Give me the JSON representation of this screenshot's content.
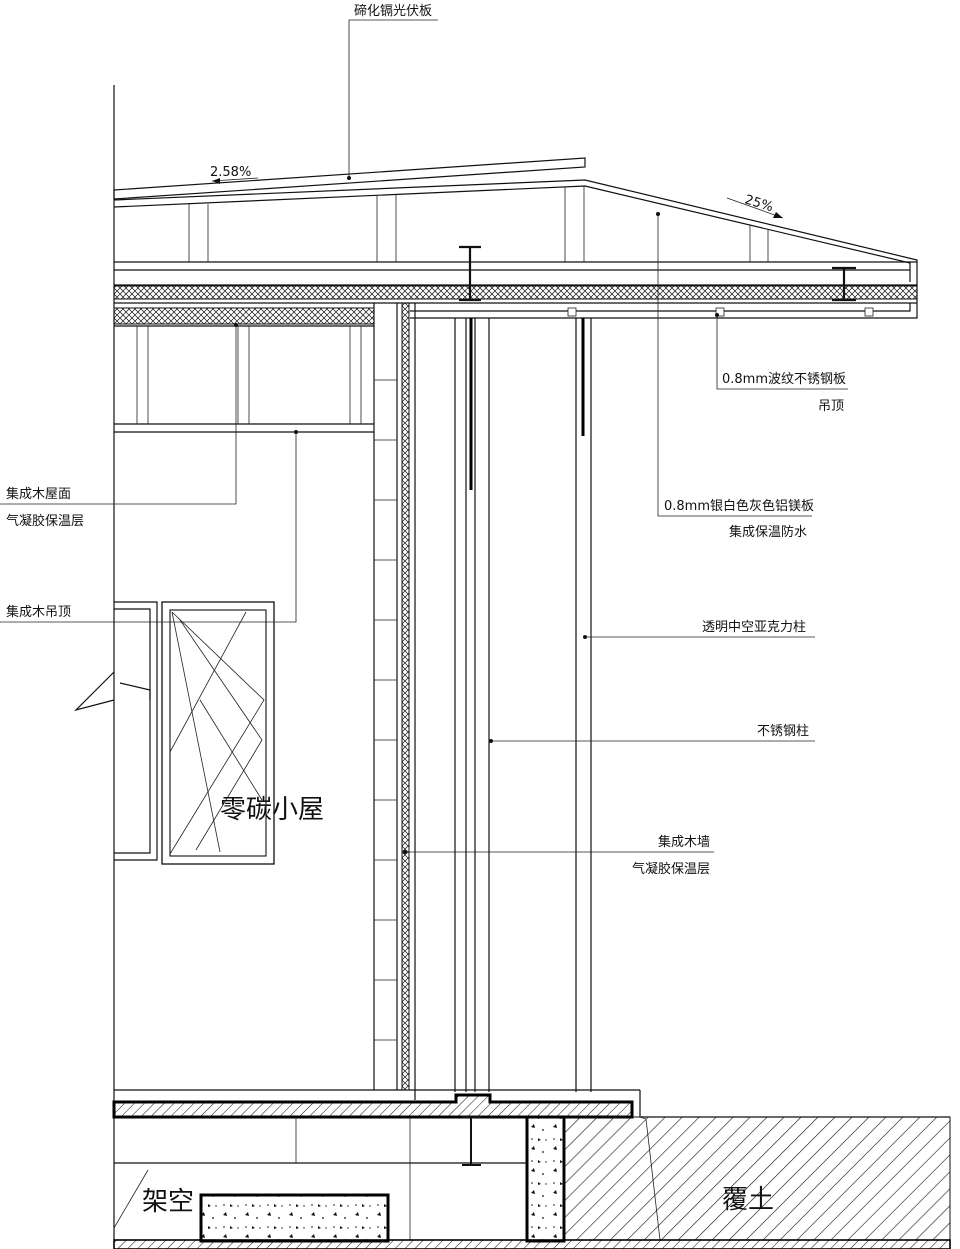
{
  "roof": {
    "material": "碲化镉光伏板",
    "slope_left": "2.58%",
    "slope_right": "25%"
  },
  "labels": {
    "ceiling_right_1": "0.8mm波纹不锈钢板",
    "ceiling_right_2": "吊顶",
    "alu_1": "0.8mm银白色灰色铝镁板",
    "alu_2": "集成保温防水",
    "acrylic": "透明中空亚克力柱",
    "steel_col": "不锈钢柱",
    "wall_1": "集成木墙",
    "wall_2": "气凝胶保温层",
    "roof_left_1": "集成木屋面",
    "roof_left_2": "气凝胶保温层",
    "ceiling_left": "集成木吊顶"
  },
  "rooms": {
    "house": "零碳小屋",
    "crawl": "架空",
    "soil": "覆土"
  }
}
